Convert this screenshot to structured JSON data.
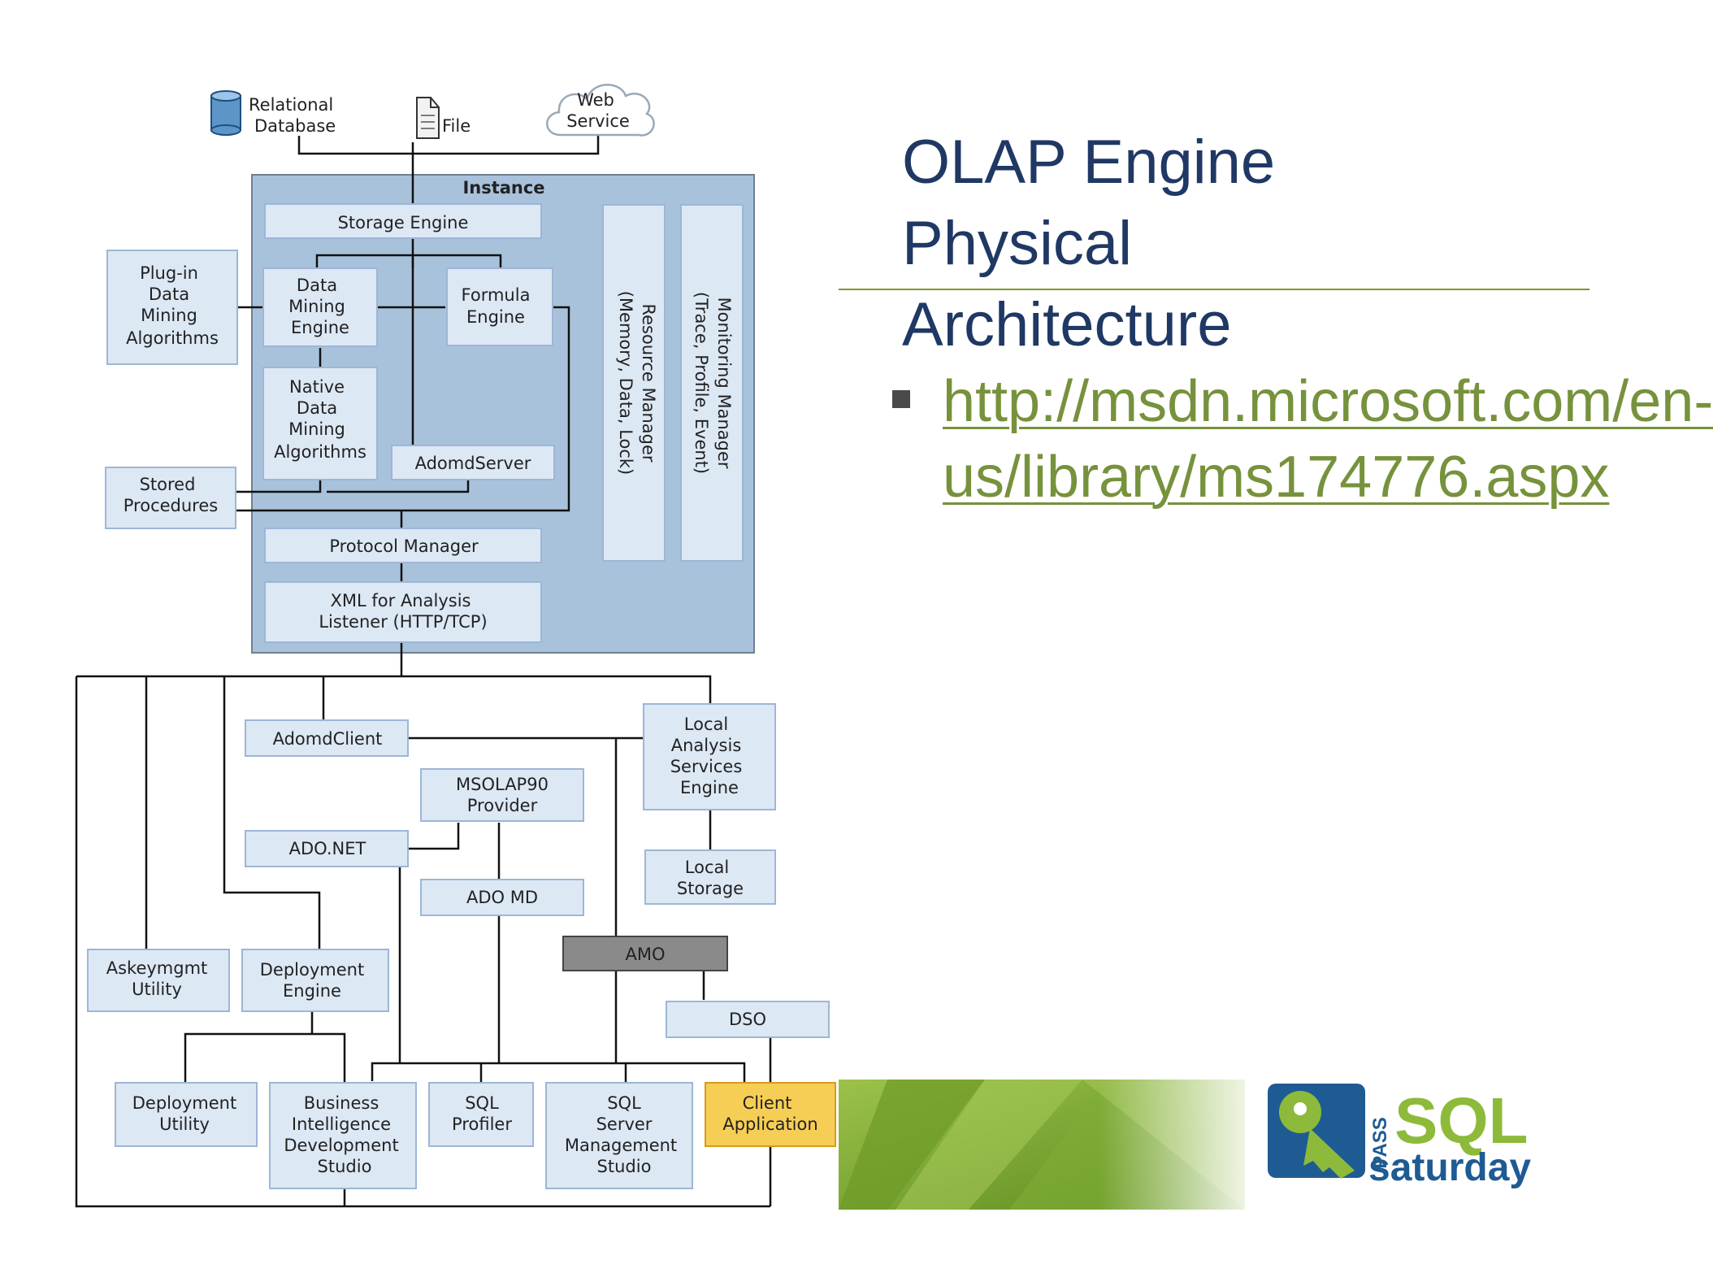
{
  "slide": {
    "title": "OLAP Engine Physical Architecture",
    "bullet_link": "http://msdn.microsoft.com/en-us/library/ms174776.aspx"
  },
  "sources": {
    "relational_database": [
      "Relational",
      "Database"
    ],
    "file": "File",
    "web_service": [
      "Web",
      "Service"
    ]
  },
  "instance": {
    "title": "Instance",
    "storage_engine": "Storage Engine",
    "data_mining_engine": [
      "Data",
      "Mining",
      "Engine"
    ],
    "formula_engine": [
      "Formula",
      "Engine"
    ],
    "native_algorithms": [
      "Native",
      "Data",
      "Mining",
      "Algorithms"
    ],
    "adomd_server": "AdomdServer",
    "protocol_manager": "Protocol Manager",
    "xmla_listener": [
      "XML for Analysis",
      "Listener (HTTP/TCP)"
    ],
    "resource_manager": [
      "Resource Manager",
      "(Memory, Data, Lock)"
    ],
    "monitoring_manager": [
      "Monitoring Manager",
      "(Trace, Profile, Event)"
    ]
  },
  "external": {
    "plugin_algorithms": [
      "Plug-in",
      "Data",
      "Mining",
      "Algorithms"
    ],
    "stored_procedures": [
      "Stored",
      "Procedures"
    ]
  },
  "clients": {
    "adomd_client": "AdomdClient",
    "local_engine": [
      "Local",
      "Analysis",
      "Services",
      "Engine"
    ],
    "msolap90": [
      "MSOLAP90",
      "Provider"
    ],
    "ado_net": "ADO.NET",
    "local_storage": [
      "Local",
      "Storage"
    ],
    "ado_md": "ADO MD",
    "amo": "AMO",
    "askeymgmt": [
      "Askeymgmt",
      "Utility"
    ],
    "deployment_engine": [
      "Deployment",
      "Engine"
    ],
    "dso": "DSO",
    "deployment_utility": [
      "Deployment",
      "Utility"
    ],
    "bids": [
      "Business",
      "Intelligence",
      "Development",
      "Studio"
    ],
    "sql_profiler": [
      "SQL",
      "Profiler"
    ],
    "ssms": [
      "SQL",
      "Server",
      "Management",
      "Studio"
    ],
    "client_application": [
      "Client",
      "Application"
    ]
  },
  "logo": {
    "pass": "PASS",
    "sql": "SQL",
    "saturday": "saturday"
  },
  "colors": {
    "title": "#1f3864",
    "link": "#76923c",
    "rule": "#7a9a2a",
    "instance_fill": "#a9c2dc",
    "box_fill": "#dde8f5",
    "box_border": "#9db6d6",
    "amo_fill": "#8a8a8a",
    "client_app_fill": "#f7ce55",
    "banner_green": "#7da533",
    "logo_blue": "#1f5b93",
    "logo_green": "#8dba3a"
  }
}
